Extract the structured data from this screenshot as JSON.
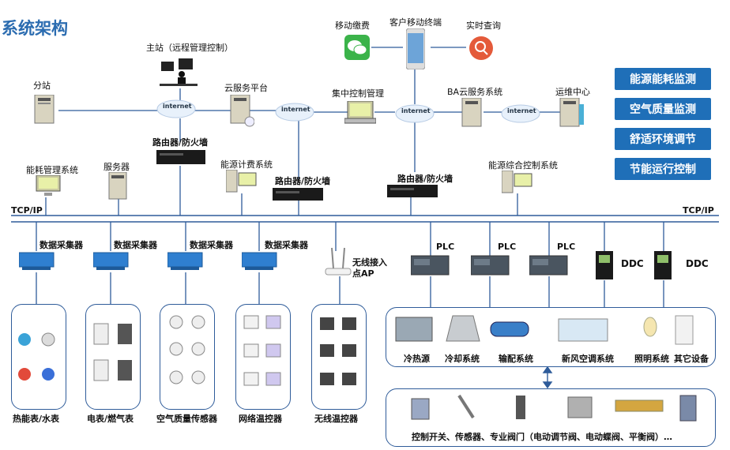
{
  "title": "系统架构",
  "legend_buttons": [
    "能源能耗监测",
    "空气质量监测",
    "舒适环境调节",
    "节能运行控制"
  ],
  "nodes": {
    "mobile_pay": "移动缴费",
    "client_terminal": "客户移动终端",
    "realtime_query": "实时查询",
    "master_station": "主站（远程管理控制）",
    "sub_station": "分站",
    "cloud_platform": "云服务平台",
    "central_control": "集中控制管理",
    "ba_cloud": "BA云服务系统",
    "ops_center": "运维中心",
    "router_1": "路由器/防火墙",
    "energy_mgmt": "能耗管理系统",
    "server": "服务器",
    "energy_billing": "能源计费系统",
    "router_2": "路由器/防火墙",
    "router_3": "路由器/防火墙",
    "energy_control": "能源综合控制系统",
    "internet": "internet"
  },
  "bus_label": "TCP/IP",
  "collectors": [
    "数据采集器",
    "数据采集器",
    "数据采集器",
    "数据采集器"
  ],
  "wireless_ap": "无线接入点AP",
  "plc_label": "PLC",
  "ddc_label": "DDC",
  "field_groups": [
    "热能表/水表",
    "电表/燃气表",
    "空气质量传感器",
    "网络温控器",
    "无线温控器"
  ],
  "systems": [
    "冷热源",
    "冷却系统",
    "输配系统",
    "新风空调系统",
    "照明系统",
    "其它设备"
  ],
  "actuators_label": "控制开关、传感器、专业阀门（电动调节阀、电动蝶阀、平衡阀）…",
  "colors": {
    "accent": "#1f6fb8",
    "line": "#2f5c9a",
    "title": "#2b6cb0"
  }
}
